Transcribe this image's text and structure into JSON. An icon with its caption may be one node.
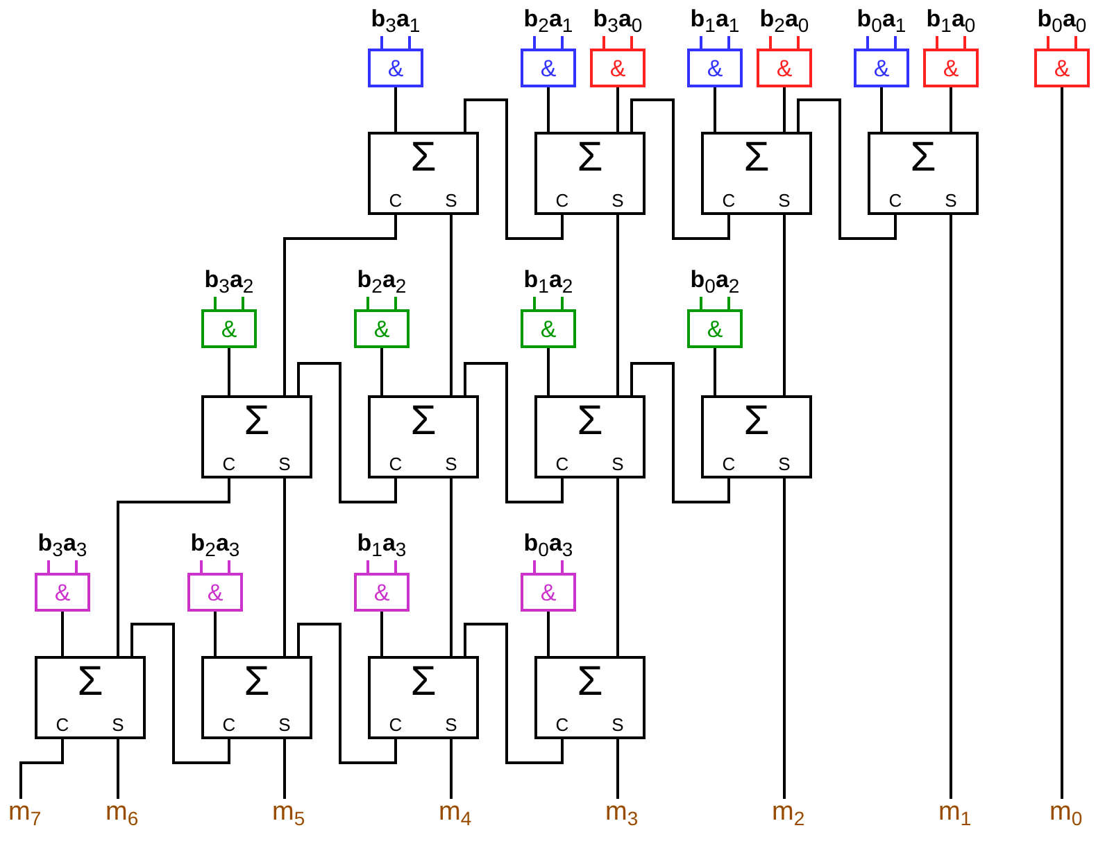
{
  "diagram": {
    "nodes": [
      {
        "text": [
          "&"
        ],
        "beside": [
          "**b**$_{3}$**a**$_{1}$"
        ]
      },
      {
        "text": [
          "&"
        ],
        "beside": [
          "**b**$_{2}$**a**$_{1}$"
        ]
      },
      {
        "text": [
          "&"
        ],
        "beside": [
          "**b**$_{3}$**a**$_{0}$"
        ]
      },
      {
        "text": [
          "&"
        ],
        "beside": [
          "**b**$_{1}$**a**$_{1}$"
        ]
      },
      {
        "text": [
          "&"
        ],
        "beside": [
          "**b**$_{2}$**a**$_{0}$"
        ]
      },
      {
        "text": [
          "&"
        ],
        "beside": [
          "**b**$_{0}$**a**$_{1}$"
        ]
      },
      {
        "text": [
          "&"
        ],
        "beside": [
          "**b**$_{1}$**a**$_{0}$"
        ]
      },
      {
        "text": [
          "&"
        ],
        "beside": [
          "**b**$_{0}$**a**$_{0}$"
        ]
      },
      {
        "text": [
          "Σ",
          "C",
          "S"
        ]
      },
      {
        "text": [
          "Σ",
          "C",
          "S"
        ]
      },
      {
        "text": [
          "Σ",
          "C",
          "S"
        ]
      },
      {
        "text": [
          "Σ",
          "C",
          "S"
        ]
      },
      {
        "text": [
          "&"
        ],
        "beside": [
          "**b**$_{3}$**a**$_{2}$"
        ]
      },
      {
        "text": [
          "&"
        ],
        "beside": [
          "**b**$_{2}$**a**$_{2}$"
        ]
      },
      {
        "text": [
          "&"
        ],
        "beside": [
          "**b**$_{1}$**a**$_{2}$"
        ]
      },
      {
        "text": [
          "&"
        ],
        "beside": [
          "**b**$_{0}$**a**$_{2}$"
        ]
      },
      {
        "text": [
          "Σ",
          "C",
          "S"
        ]
      },
      {
        "text": [
          "Σ",
          "C",
          "S"
        ]
      },
      {
        "text": [
          "Σ",
          "C",
          "S"
        ]
      },
      {
        "text": [
          "Σ",
          "C",
          "S"
        ]
      },
      {
        "text": [
          "&"
        ],
        "beside": [
          "**b**$_{3}$**a**$_{3}$"
        ]
      },
      {
        "text": [
          "&"
        ],
        "beside": [
          "**b**$_{2}$**a**$_{3}$"
        ]
      },
      {
        "text": [
          "&"
        ],
        "beside": [
          "**b**$_{1}$**a**$_{3}$"
        ]
      },
      {
        "text": [
          "&"
        ],
        "beside": [
          "**b**$_{0}$**a**$_{3}$"
        ]
      },
      {
        "text": [
          "Σ",
          "C",
          "S"
        ]
      },
      {
        "text": [
          "Σ",
          "C",
          "S"
        ]
      },
      {
        "text": [
          "Σ",
          "C",
          "S"
        ]
      },
      {
        "text": [
          "Σ",
          "C",
          "S"
        ]
      },
      {
        "text": [
          "m$_{7}$"
        ]
      },
      {
        "text": [
          "m$_{6}$"
        ]
      },
      {
        "text": [
          "m$_{5}$"
        ]
      },
      {
        "text": [
          "m$_{4}$"
        ]
      },
      {
        "text": [
          "m$_{3}$"
        ]
      },
      {
        "text": [
          "m$_{2}$"
        ]
      },
      {
        "text": [
          "m$_{1}$"
        ]
      },
      {
        "text": [
          "m$_{0}$"
        ]
      }
    ],
    "edges": [
      {
        "from": 0,
        "to": 8,
        "arrow": "none"
      },
      {
        "from": 1,
        "to": 9,
        "arrow": "none"
      },
      {
        "from": 2,
        "to": 9,
        "arrow": "none"
      },
      {
        "from": 3,
        "to": 10,
        "arrow": "none"
      },
      {
        "from": 4,
        "to": 10,
        "arrow": "none"
      },
      {
        "from": 5,
        "to": 11,
        "arrow": "none"
      },
      {
        "from": 6,
        "to": 11,
        "arrow": "none"
      },
      {
        "from": 7,
        "to": 35,
        "arrow": "none"
      },
      {
        "from": 9,
        "to": 8,
        "arrow": "none"
      },
      {
        "from": 10,
        "to": 9,
        "arrow": "none"
      },
      {
        "from": 11,
        "to": 10,
        "arrow": "none"
      },
      {
        "from": 8,
        "to": 16,
        "arrow": "none"
      },
      {
        "from": 8,
        "to": 17,
        "arrow": "none"
      },
      {
        "from": 9,
        "to": 18,
        "arrow": "none"
      },
      {
        "from": 10,
        "to": 19,
        "arrow": "none"
      },
      {
        "from": 11,
        "to": 34,
        "arrow": "none"
      },
      {
        "from": 12,
        "to": 16,
        "arrow": "none"
      },
      {
        "from": 13,
        "to": 17,
        "arrow": "none"
      },
      {
        "from": 14,
        "to": 18,
        "arrow": "none"
      },
      {
        "from": 15,
        "to": 19,
        "arrow": "none"
      },
      {
        "from": 17,
        "to": 16,
        "arrow": "none"
      },
      {
        "from": 18,
        "to": 17,
        "arrow": "none"
      },
      {
        "from": 19,
        "to": 18,
        "arrow": "none"
      },
      {
        "from": 16,
        "to": 24,
        "arrow": "none"
      },
      {
        "from": 16,
        "to": 25,
        "arrow": "none"
      },
      {
        "from": 17,
        "to": 26,
        "arrow": "none"
      },
      {
        "from": 18,
        "to": 27,
        "arrow": "none"
      },
      {
        "from": 19,
        "to": 33,
        "arrow": "none"
      },
      {
        "from": 20,
        "to": 24,
        "arrow": "none"
      },
      {
        "from": 21,
        "to": 25,
        "arrow": "none"
      },
      {
        "from": 22,
        "to": 26,
        "arrow": "none"
      },
      {
        "from": 23,
        "to": 27,
        "arrow": "none"
      },
      {
        "from": 25,
        "to": 24,
        "arrow": "none"
      },
      {
        "from": 26,
        "to": 25,
        "arrow": "none"
      },
      {
        "from": 27,
        "to": 26,
        "arrow": "none"
      },
      {
        "from": 24,
        "to": 28,
        "arrow": "none"
      },
      {
        "from": 24,
        "to": 29,
        "arrow": "none"
      },
      {
        "from": 25,
        "to": 30,
        "arrow": "none"
      },
      {
        "from": 26,
        "to": 31,
        "arrow": "none"
      },
      {
        "from": 27,
        "to": 32,
        "arrow": "none"
      }
    ]
  }
}
